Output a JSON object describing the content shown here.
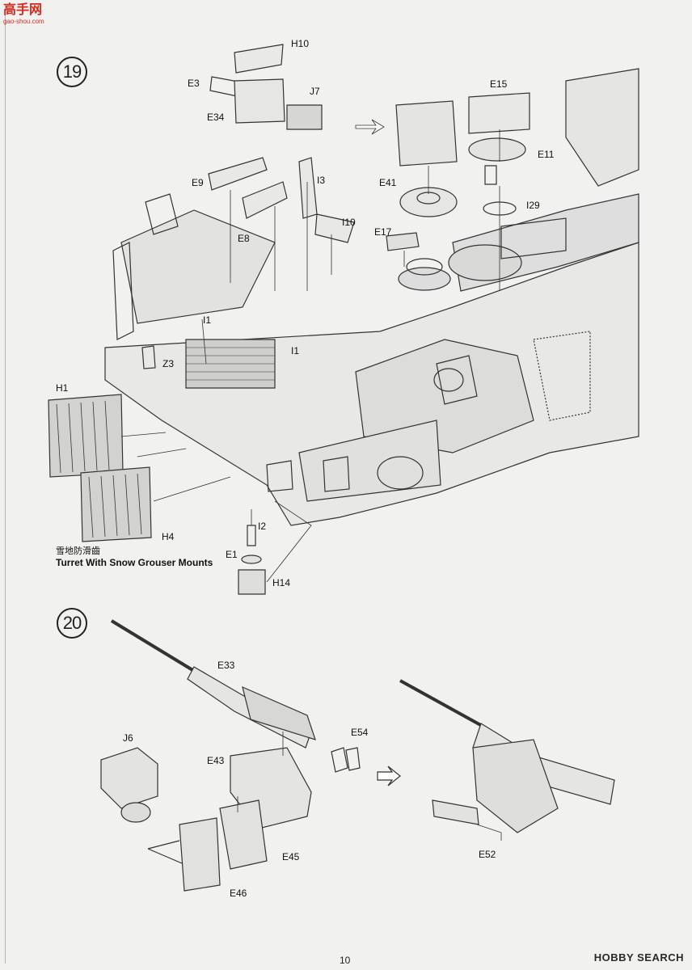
{
  "header": {
    "logo_text": "高手网",
    "logo_sub": "gao-shou.com"
  },
  "steps": [
    {
      "number": "19"
    },
    {
      "number": "20"
    }
  ],
  "step19": {
    "parts": {
      "H10": "H10",
      "E3": "E3",
      "J7": "J7",
      "E34": "E34",
      "E15": "E15",
      "E11": "E11",
      "E41": "E41",
      "E9": "E9",
      "I3": "I3",
      "I29": "I29",
      "I10": "I10",
      "E17": "E17",
      "E8": "E8",
      "I1a": "I1",
      "I1b": "I1",
      "Z3": "Z3",
      "H1": "H1",
      "H4": "H4",
      "I2": "I2",
      "E1": "E1",
      "H14": "H14"
    },
    "caption_cn": "雪地防滑齒",
    "caption_en": "Turret With Snow Grouser Mounts"
  },
  "step20": {
    "parts": {
      "E33": "E33",
      "J6": "J6",
      "E54": "E54",
      "E43": "E43",
      "E45": "E45",
      "E46": "E46",
      "E52": "E52"
    }
  },
  "footer": {
    "page_number": "10",
    "watermark": "HOBBY SEARCH"
  }
}
